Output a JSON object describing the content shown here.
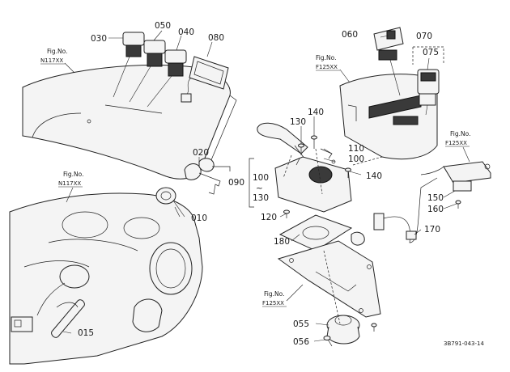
{
  "fig_refs": {
    "top_left": {
      "label": "Fig.No.",
      "code": "N117XX"
    },
    "mid_left": {
      "label": "Fig.No.",
      "code": "N117XX"
    },
    "top_right": {
      "label": "Fig.No.",
      "code": "F125XX"
    },
    "far_right": {
      "label": "Fig.No.",
      "code": "F125XX"
    },
    "bottom_right": {
      "label": "Fig.No.",
      "code": "F125XX"
    }
  },
  "callouts": {
    "p030": "030",
    "p050": "050",
    "p040": "040",
    "p080": "080",
    "p020": "020",
    "p010": "010",
    "p015": "015",
    "p060": "060",
    "p070": "070",
    "p075": "075",
    "p140a": "140",
    "p130": "130",
    "p110": "110",
    "p100": "100",
    "p140b": "140",
    "p090": "090",
    "p100r": "100",
    "p130r": "130",
    "p120": "120",
    "p180": "180",
    "p150": "150",
    "p160": "160",
    "p170": "170",
    "p055": "055",
    "p056": "056"
  },
  "range_sep": "~",
  "diagram_code": "3B791-043-14"
}
